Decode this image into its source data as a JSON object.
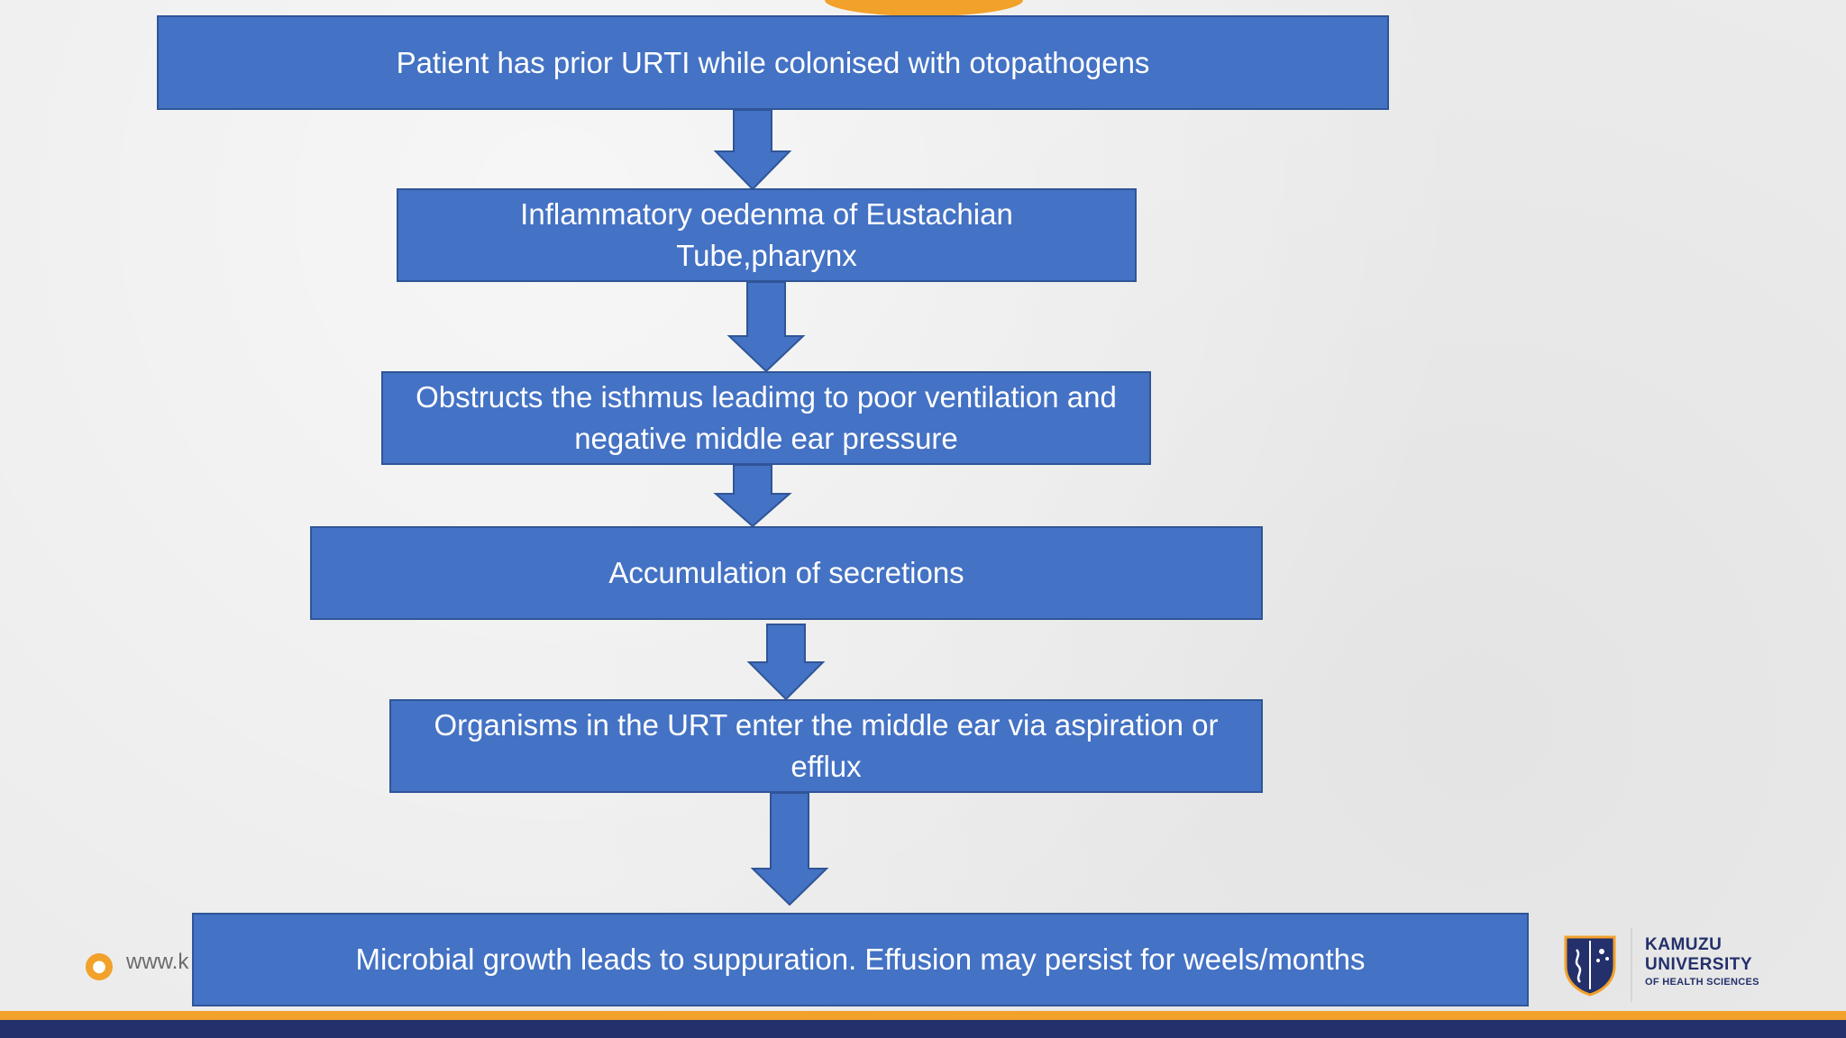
{
  "flowchart": {
    "steps": [
      "Patient has prior URTI while colonised with otopathogens",
      "Inflammatory oedenma of Eustachian Tube,pharynx",
      "Obstructs the isthmus leadimg to poor ventilation and negative middle ear pressure",
      "Accumulation of secretions",
      "Organisms in the URT enter the middle ear via aspiration or efflux",
      "Microbial growth leads to suppuration. Effusion may persist for weels/months"
    ]
  },
  "footer": {
    "website": "www.k",
    "website_icon": "globe-icon",
    "university": {
      "line1": "KAMUZU",
      "line2": "UNIVERSITY",
      "line3": "OF HEALTH SCIENCES"
    }
  },
  "colors": {
    "box_fill": "#4472c4",
    "box_border": "#2f5597",
    "accent_orange": "#f2a12a",
    "navy": "#23306b"
  }
}
